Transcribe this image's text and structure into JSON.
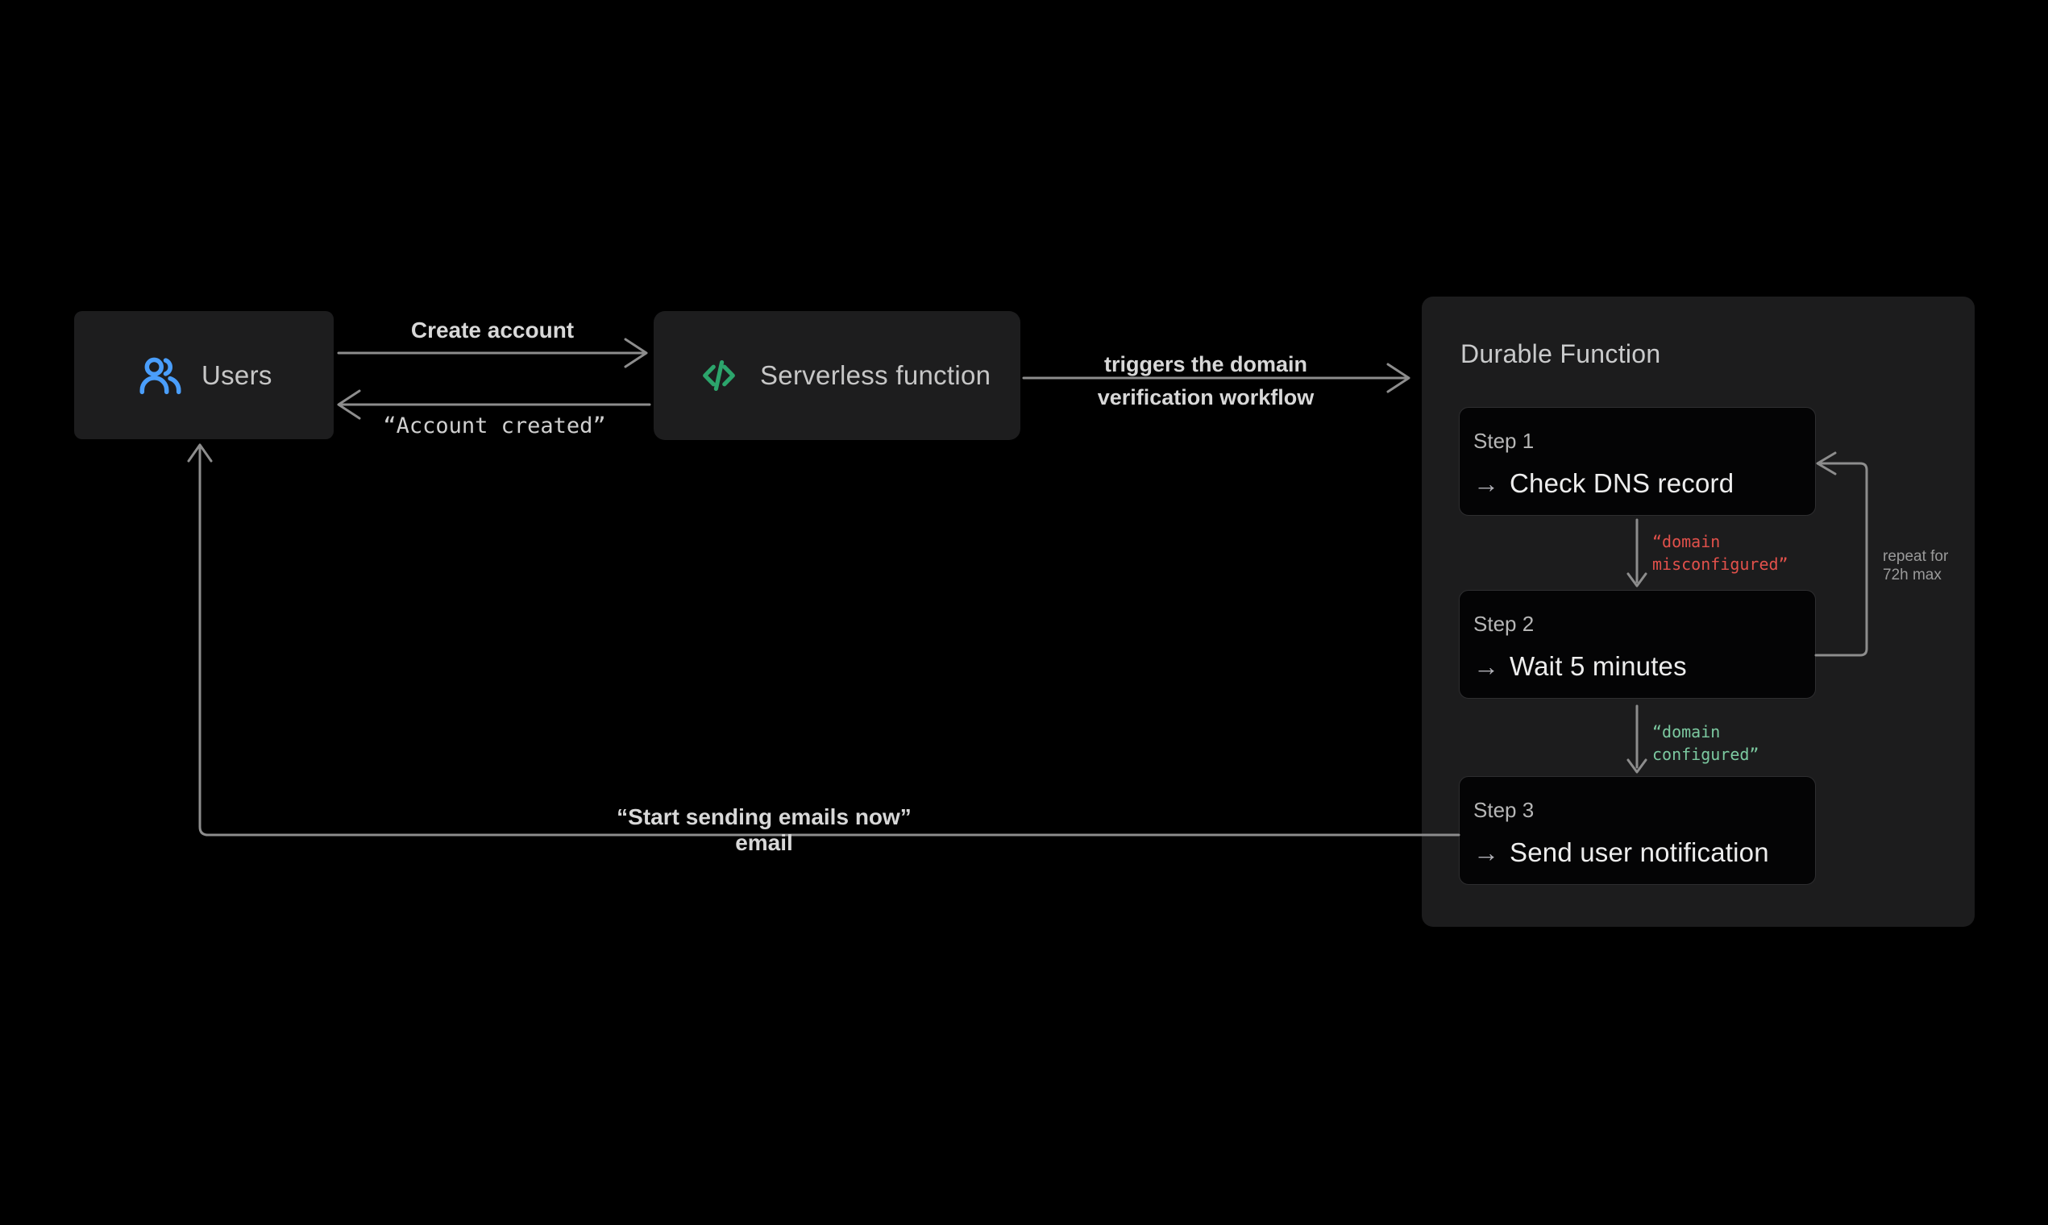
{
  "colors": {
    "background": "#000000",
    "node_fill": "#1d1d1e",
    "panel_fill": "#1c1c1d",
    "card_fill": "#040405",
    "arrow_gray": "#8d8d8d",
    "users_icon_blue": "#4a9efb",
    "code_icon_green": "#2ca56c",
    "error_red": "#e2514b",
    "success_green": "#7cc9a0"
  },
  "icons": {
    "arrow_right": "→"
  },
  "nodes": {
    "users": {
      "label": "Users"
    },
    "serverless": {
      "label": "Serverless function"
    }
  },
  "edges": {
    "create_account": {
      "label": "Create account"
    },
    "account_created": {
      "label": "“Account created”"
    },
    "triggers": {
      "label_line1": "triggers the domain",
      "label_line2": "verification workflow"
    },
    "email": {
      "label": "“Start sending emails now” email"
    },
    "repeat_loop": {
      "label_line1": "repeat for",
      "label_line2": "72h max"
    },
    "domain_misconfigured": {
      "line1": "“domain",
      "line2": "misconfigured”"
    },
    "domain_configured": {
      "line1": "“domain",
      "line2": "configured”"
    }
  },
  "durable": {
    "title": "Durable Function",
    "steps": [
      {
        "name": "Step 1",
        "action": "Check DNS record"
      },
      {
        "name": "Step 2",
        "action": "Wait 5 minutes"
      },
      {
        "name": "Step 3",
        "action": "Send user notification"
      }
    ]
  }
}
